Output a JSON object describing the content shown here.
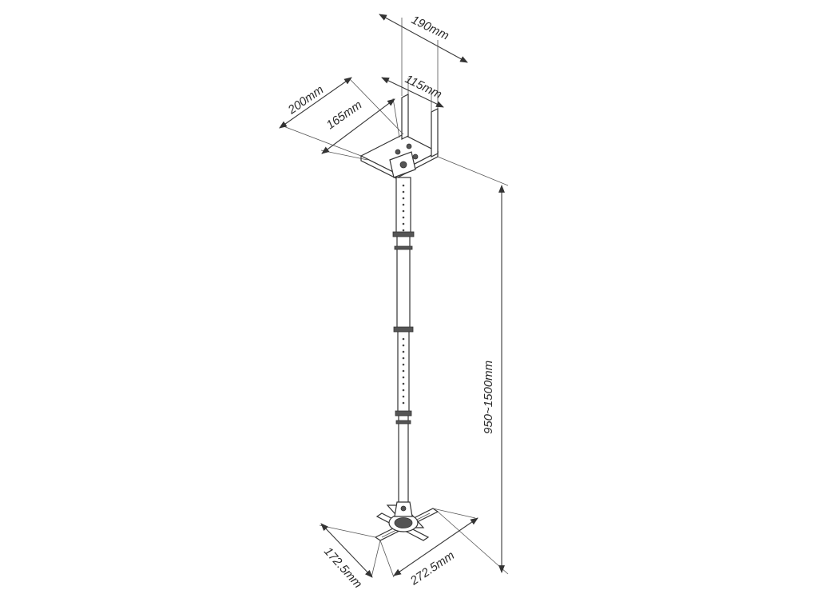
{
  "dimensions": {
    "top_width": "190mm",
    "top_inner": "115mm",
    "top_depth": "200mm",
    "top_inner_depth": "165mm",
    "height": "950~1500mm",
    "base_depth": "172.5mm",
    "base_width": "272.5mm"
  }
}
